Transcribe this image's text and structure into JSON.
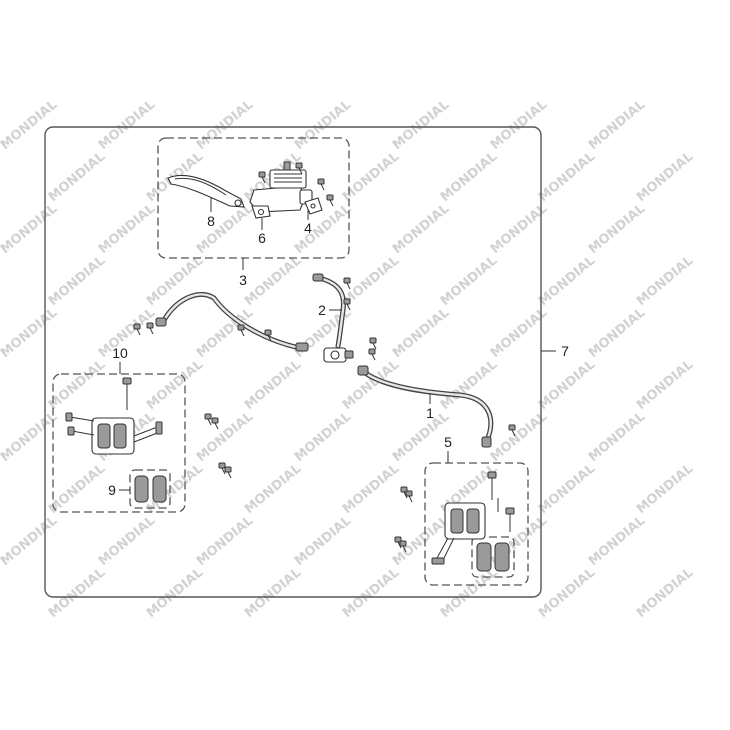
{
  "watermark": "MONDIAL",
  "callouts": [
    "1",
    "2",
    "3",
    "4",
    "5",
    "6",
    "7",
    "8",
    "9",
    "10"
  ],
  "colors": {
    "watermark": "#d2d2d2",
    "line": "#333333"
  }
}
